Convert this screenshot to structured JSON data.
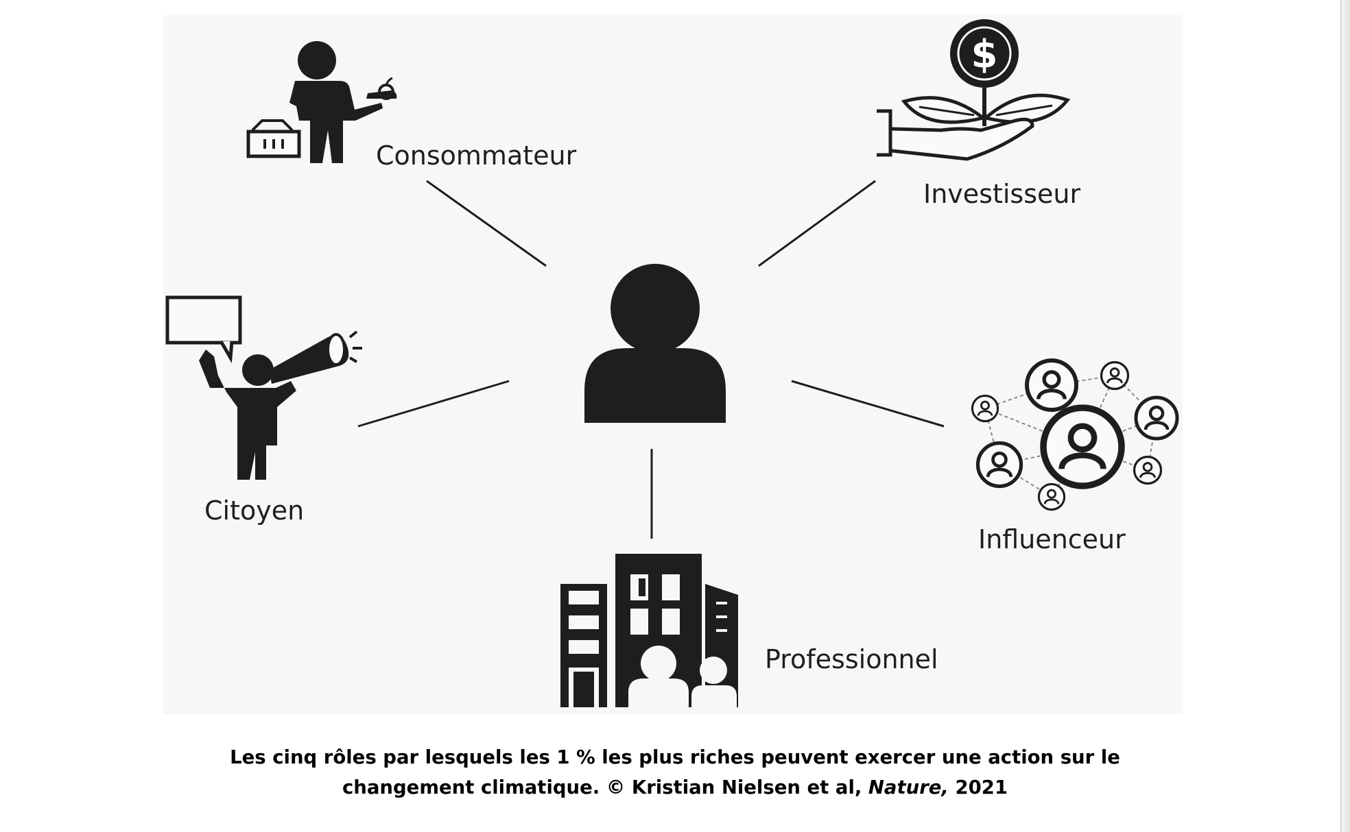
{
  "diagram": {
    "center": {
      "icon": "person-icon"
    },
    "roles": {
      "consommateur": {
        "label": "Consommateur",
        "icon": "shopper-icon"
      },
      "investisseur": {
        "label": "Investisseur",
        "icon": "money-plant-in-hand-icon"
      },
      "citoyen": {
        "label": "Citoyen",
        "icon": "megaphone-speaker-icon"
      },
      "influenceur": {
        "label": "Influenceur",
        "icon": "social-network-icon"
      },
      "professionnel": {
        "label": "Professionnel",
        "icon": "office-building-icon"
      }
    }
  },
  "caption": {
    "line1": "Les cinq rôles par lesquels les 1 % les plus riches peuvent exercer une action sur le",
    "line2_start": "changement climatique. © Kristian Nielsen et al, ",
    "journal": "Nature,",
    "year": " 2021"
  },
  "colors": {
    "ink": "#1e1e1e",
    "panel": "#f7f7f7",
    "background": "#ffffff"
  }
}
